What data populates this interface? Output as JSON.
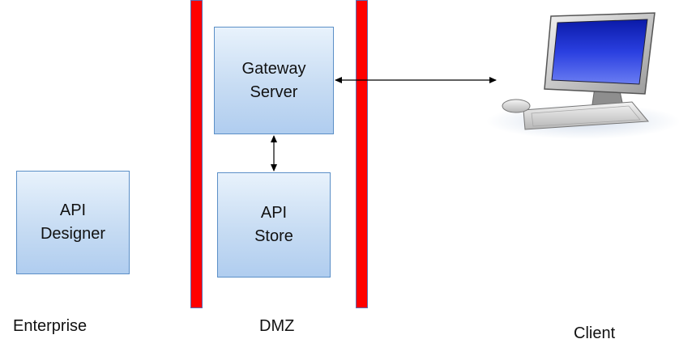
{
  "boxes": {
    "gateway": "Gateway\nServer",
    "store": "API\nStore",
    "designer": "API\nDesigner"
  },
  "zones": {
    "enterprise": "Enterprise",
    "dmz": "DMZ",
    "client": "Client"
  },
  "colors": {
    "firewall": "#ff0000",
    "box_fill": "#c7dcf3",
    "box_border": "#5b8fc7",
    "monitor_screen": "#1a2fd0"
  },
  "icons": {
    "client": "desktop-computer-icon"
  }
}
